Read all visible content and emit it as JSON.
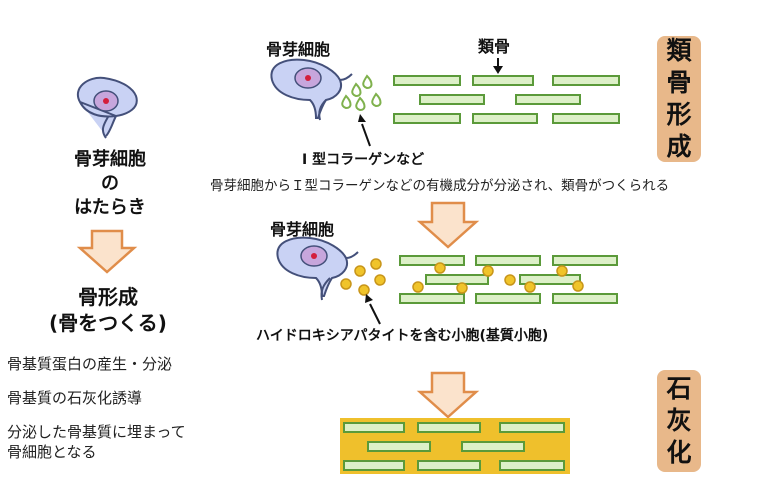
{
  "left": {
    "osteoblast_role_lines": [
      "骨芽細胞",
      "の",
      "はたらき"
    ],
    "formation_title": "骨形成",
    "formation_sub": "(骨をつくる)",
    "items": [
      "骨基質蛋白の産生・分泌",
      "骨基質の石灰化誘導",
      "分泌した骨基質に埋まって",
      "骨細胞となる"
    ]
  },
  "top": {
    "cell_label": "骨芽細胞",
    "osteoid_label": "類骨",
    "collagen_label": "I 型コラーゲンなど",
    "caption": "骨芽細胞からＩ型コラーゲンなどの有機成分が分泌され、類骨がつくられる"
  },
  "middle": {
    "cell_label": "骨芽細胞",
    "vesicle_label": "ハイドロキシアパタイトを含む小胞(基質小胞)"
  },
  "side_labels": {
    "osteoid_formation": [
      "類",
      "骨",
      "形",
      "成"
    ],
    "calcification": [
      "石",
      "灰",
      "化"
    ]
  },
  "colors": {
    "cell_fill": "#c9d2f4",
    "cell_stroke": "#44507a",
    "nucleus_fill": "#c7a6dc",
    "nucleus_dot": "#d41e3c",
    "fiber_fill": "#ddf0c8",
    "fiber_stroke": "#5b9a3a",
    "vesicle_fill": "#f0c42a",
    "vesicle_stroke": "#c8951a",
    "calcified_fill": "#efc02c",
    "arrow_fill": "#fbe3cc",
    "arrow_stroke": "#e08d4a",
    "side_label_bg": "#e8b88a"
  },
  "icons": [
    "osteoblast-cell-icon",
    "down-arrow-icon",
    "collagen-drop-icon",
    "matrix-vesicle-icon"
  ]
}
